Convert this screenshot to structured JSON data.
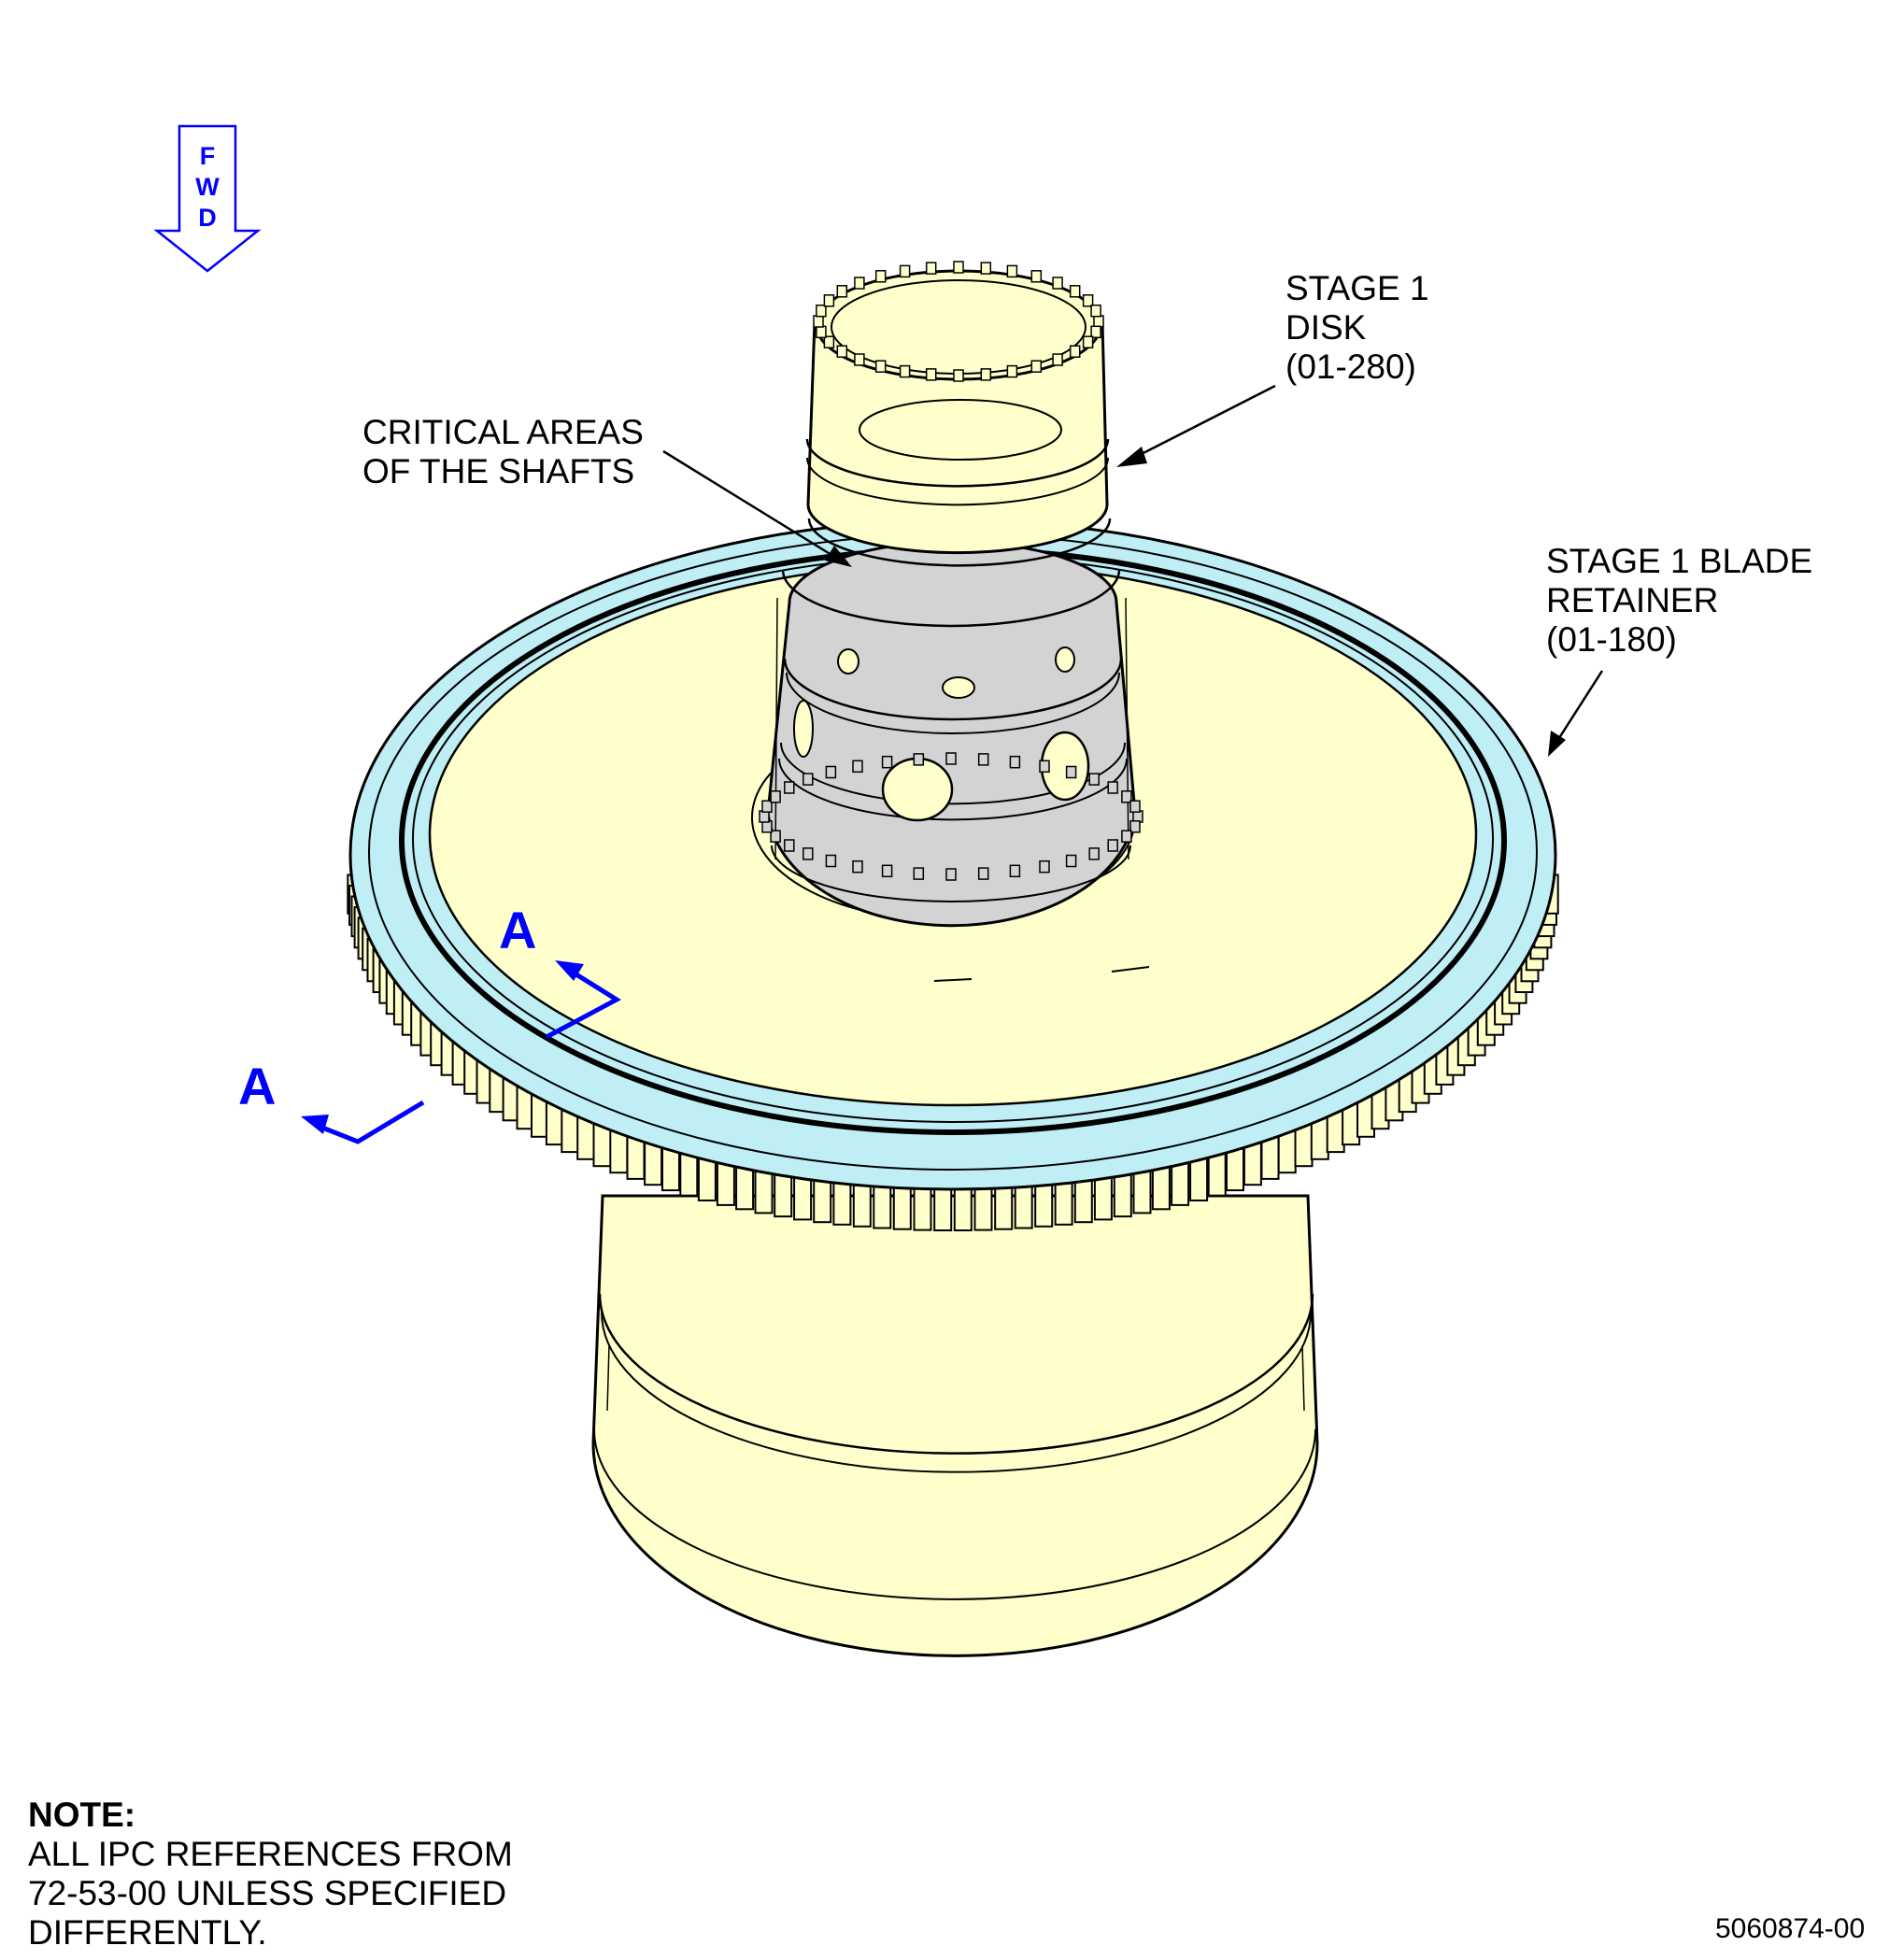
{
  "fwd_arrow": {
    "letters": [
      "F",
      "W",
      "D"
    ],
    "color": "#0000ff"
  },
  "callouts": {
    "stage1_disk": {
      "lines": [
        "STAGE 1",
        "DISK",
        "(01-280)"
      ]
    },
    "critical_areas": {
      "lines": [
        "CRITICAL AREAS",
        "OF THE SHAFTS"
      ]
    },
    "blade_retainer": {
      "lines": [
        "STAGE 1 BLADE",
        "RETAINER",
        "(01-180)"
      ]
    }
  },
  "section_marks": {
    "upper": "A",
    "lower": "A",
    "color": "#0000ff"
  },
  "note": {
    "title": "NOTE:",
    "lines": [
      "ALL IPC REFERENCES FROM",
      "72-53-00 UNLESS SPECIFIED",
      "DIFFERENTLY."
    ]
  },
  "figure_number": "5060874-00",
  "colors": {
    "part_fill": "#ffffcc",
    "shaft_fill": "#d3d3d3",
    "retainer_fill": "#bfeff5",
    "annotation_blue": "#0000ff"
  }
}
